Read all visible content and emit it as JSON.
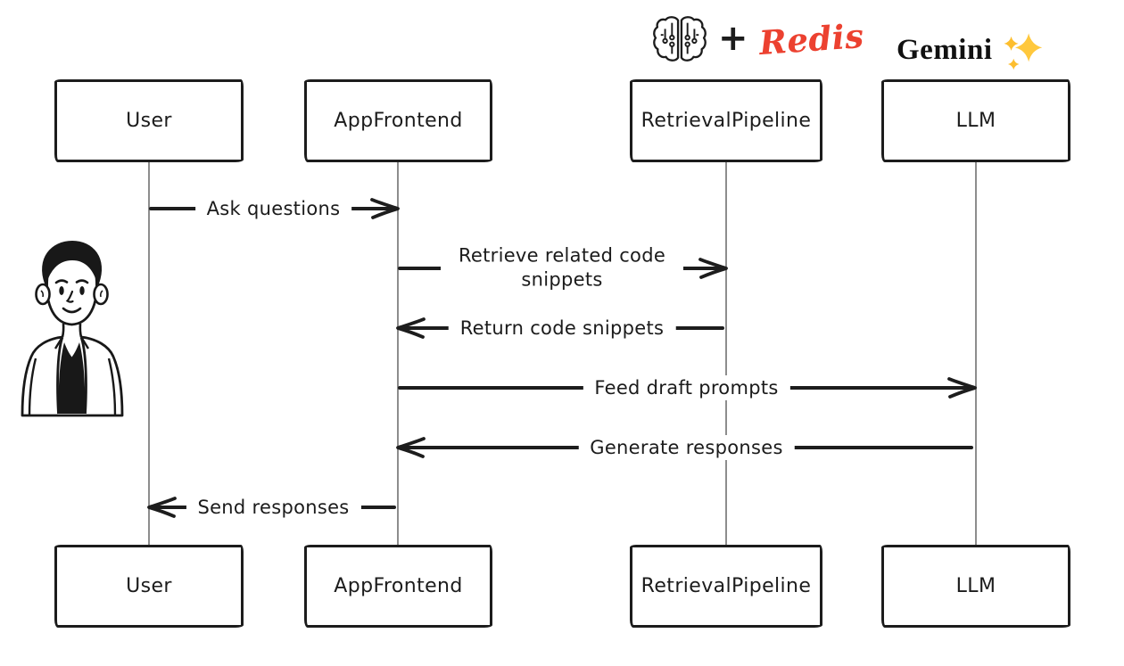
{
  "diagram_type": "sequence-diagram",
  "actors": [
    {
      "id": "user",
      "label": "User"
    },
    {
      "id": "appfrontend",
      "label": "AppFrontend"
    },
    {
      "id": "retrievalpipeline",
      "label": "RetrievalPipeline"
    },
    {
      "id": "llm",
      "label": "LLM"
    }
  ],
  "messages": [
    {
      "from": "User",
      "to": "AppFrontend",
      "direction": "right",
      "label": "Ask questions"
    },
    {
      "from": "AppFrontend",
      "to": "RetrievalPipeline",
      "direction": "right",
      "label": "Retrieve related code snippets"
    },
    {
      "from": "RetrievalPipeline",
      "to": "AppFrontend",
      "direction": "left",
      "label": "Return code snippets"
    },
    {
      "from": "AppFrontend",
      "to": "LLM",
      "direction": "right",
      "label": "Feed draft prompts"
    },
    {
      "from": "LLM",
      "to": "AppFrontend",
      "direction": "left",
      "label": "Generate responses"
    },
    {
      "from": "AppFrontend",
      "to": "User",
      "direction": "left",
      "label": "Send responses"
    }
  ],
  "branding": {
    "brain_icon": "ai-brain-circuit",
    "plus_sign": "+",
    "redis_label": "Redis",
    "redis_color": "#ec4130",
    "gemini_label": "Gemini",
    "sparkles_icon": "sparkles",
    "sparkle_color": "#FFC83D",
    "ink_color": "#1c1c1c"
  },
  "person_illustration": "man-with-black-hair-open-jacket"
}
